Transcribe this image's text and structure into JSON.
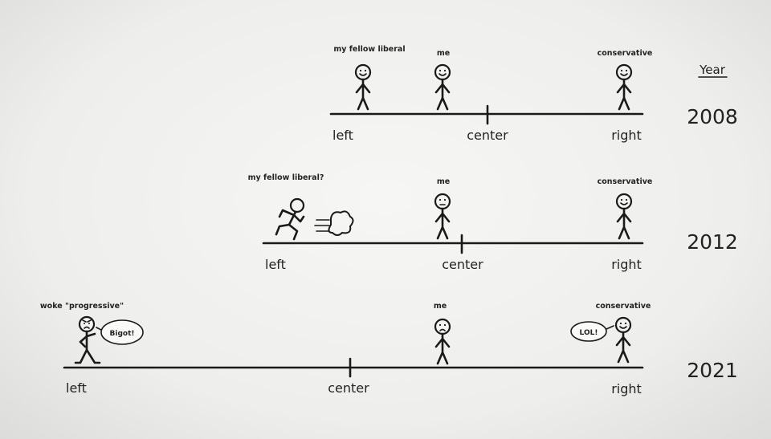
{
  "header": {
    "year_label": "Year"
  },
  "rows": [
    {
      "year": "2008",
      "axis": {
        "left": "left",
        "center": "center",
        "right": "right"
      },
      "left_figure": "my fellow liberal",
      "middle_figure": "me",
      "right_figure": "conservative"
    },
    {
      "year": "2012",
      "axis": {
        "left": "left",
        "center": "center",
        "right": "right"
      },
      "left_figure": "my fellow liberal?",
      "middle_figure": "me",
      "right_figure": "conservative"
    },
    {
      "year": "2021",
      "axis": {
        "left": "left",
        "center": "center",
        "right": "right"
      },
      "left_figure": "woke \"progressive\"",
      "left_speech": "Bigot!",
      "middle_figure": "me",
      "right_figure": "conservative",
      "right_speech": "LOL!"
    }
  ]
}
